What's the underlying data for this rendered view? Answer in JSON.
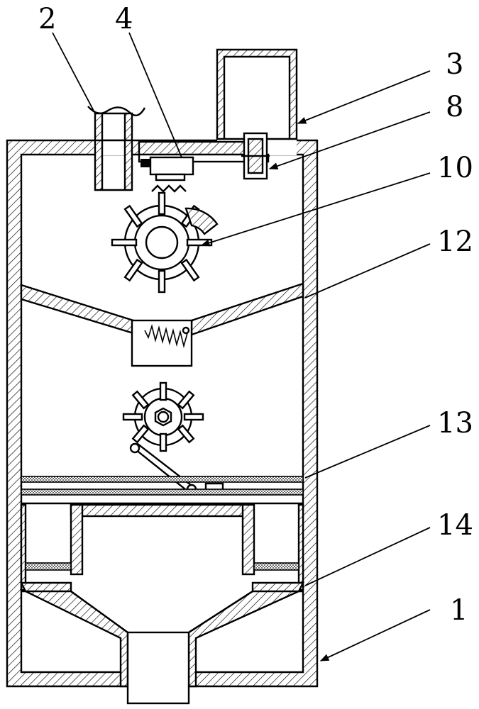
{
  "figure": {
    "labels": [
      "2",
      "4",
      "3",
      "8",
      "10",
      "12",
      "13",
      "14",
      "1"
    ]
  }
}
